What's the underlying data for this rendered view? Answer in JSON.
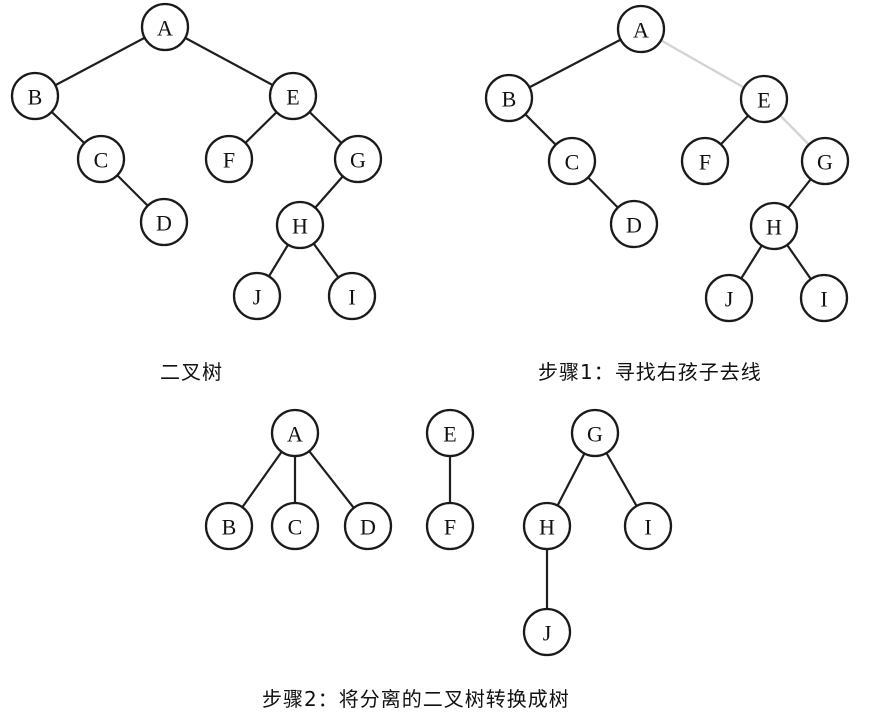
{
  "diagrams": [
    {
      "caption": "二叉树",
      "nodes": [
        {
          "id": "t0A",
          "label": "A"
        },
        {
          "id": "t0B",
          "label": "B"
        },
        {
          "id": "t0E",
          "label": "E"
        },
        {
          "id": "t0C",
          "label": "C"
        },
        {
          "id": "t0D",
          "label": "D"
        },
        {
          "id": "t0F",
          "label": "F"
        },
        {
          "id": "t0G",
          "label": "G"
        },
        {
          "id": "t0H",
          "label": "H"
        },
        {
          "id": "t0J",
          "label": "J"
        },
        {
          "id": "t0I",
          "label": "I"
        }
      ],
      "edges": [
        {
          "from": "t0A",
          "to": "t0B"
        },
        {
          "from": "t0A",
          "to": "t0E"
        },
        {
          "from": "t0B",
          "to": "t0C"
        },
        {
          "from": "t0C",
          "to": "t0D"
        },
        {
          "from": "t0E",
          "to": "t0F"
        },
        {
          "from": "t0E",
          "to": "t0G"
        },
        {
          "from": "t0G",
          "to": "t0H"
        },
        {
          "from": "t0H",
          "to": "t0J"
        },
        {
          "from": "t0H",
          "to": "t0I"
        }
      ]
    },
    {
      "caption": "步骤1：寻找右孩子去线",
      "nodes": [
        {
          "id": "t1A",
          "label": "A"
        },
        {
          "id": "t1B",
          "label": "B"
        },
        {
          "id": "t1E",
          "label": "E"
        },
        {
          "id": "t1C",
          "label": "C"
        },
        {
          "id": "t1D",
          "label": "D"
        },
        {
          "id": "t1F",
          "label": "F"
        },
        {
          "id": "t1G",
          "label": "G"
        },
        {
          "id": "t1H",
          "label": "H"
        },
        {
          "id": "t1J",
          "label": "J"
        },
        {
          "id": "t1I",
          "label": "I"
        }
      ],
      "edges": [
        {
          "from": "t1A",
          "to": "t1B"
        },
        {
          "from": "t1A",
          "to": "t1E",
          "removed": true
        },
        {
          "from": "t1B",
          "to": "t1C"
        },
        {
          "from": "t1C",
          "to": "t1D"
        },
        {
          "from": "t1E",
          "to": "t1F"
        },
        {
          "from": "t1E",
          "to": "t1G",
          "removed": true
        },
        {
          "from": "t1G",
          "to": "t1H"
        },
        {
          "from": "t1H",
          "to": "t1J"
        },
        {
          "from": "t1H",
          "to": "t1I"
        }
      ]
    },
    {
      "caption": "步骤2：将分离的二叉树转换成树",
      "nodes": [
        {
          "id": "t2A",
          "label": "A"
        },
        {
          "id": "t2B",
          "label": "B"
        },
        {
          "id": "t2C",
          "label": "C"
        },
        {
          "id": "t2D",
          "label": "D"
        },
        {
          "id": "t2E",
          "label": "E"
        },
        {
          "id": "t2F",
          "label": "F"
        },
        {
          "id": "t2G",
          "label": "G"
        },
        {
          "id": "t2H",
          "label": "H"
        },
        {
          "id": "t2I",
          "label": "I"
        },
        {
          "id": "t2J",
          "label": "J"
        }
      ],
      "edges": [
        {
          "from": "t2A",
          "to": "t2B"
        },
        {
          "from": "t2A",
          "to": "t2C"
        },
        {
          "from": "t2A",
          "to": "t2D"
        },
        {
          "from": "t2E",
          "to": "t2F"
        },
        {
          "from": "t2G",
          "to": "t2H"
        },
        {
          "from": "t2G",
          "to": "t2I"
        },
        {
          "from": "t2H",
          "to": "t2J"
        }
      ]
    }
  ]
}
